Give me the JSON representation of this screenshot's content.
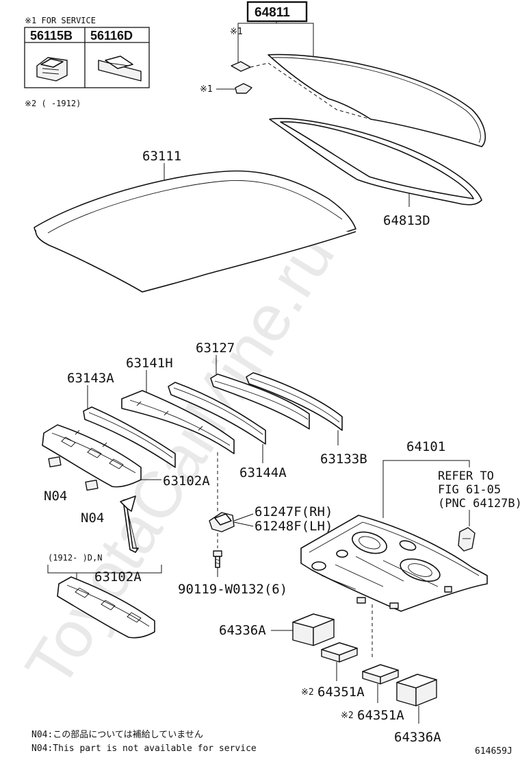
{
  "service_box": {
    "header": "※1 FOR SERVICE",
    "parts": [
      "56115B",
      "56116D"
    ]
  },
  "note_2": "※2 (     -1912)",
  "watermark": "ToyotaCarMine.ru",
  "labels": {
    "p64811": "64811",
    "mark1_upper": "※1",
    "mark1_lower": "※1",
    "p64813D": "64813D",
    "p63111": "63111",
    "p63127": "63127",
    "p63141H": "63141H",
    "p63143A": "63143A",
    "p63144A": "63144A",
    "p63133B": "63133B",
    "p63102A": "63102A",
    "p63102A_alt": "63102A",
    "n04_a": "N04",
    "n04_b": "N04",
    "p61247F": "61247F(RH)",
    "p61248F": "61248F(LH)",
    "p90119": "90119-W0132(6)",
    "p64101": "64101",
    "p64336A_a": "64336A",
    "p64336A_b": "64336A",
    "p64351A_a": "64351A",
    "p64351A_b": "64351A",
    "mark2_a": "※2",
    "mark2_b": "※2",
    "range": "(1912-        )D,N"
  },
  "refer": {
    "line1": "REFER TO",
    "line2": "FIG 61-05",
    "line3": "(PNC 64127B)"
  },
  "footnotes": {
    "jp": "N04:この部品については補給していません",
    "en": "N04:This part is not available for service"
  },
  "figure_id": "614659J"
}
